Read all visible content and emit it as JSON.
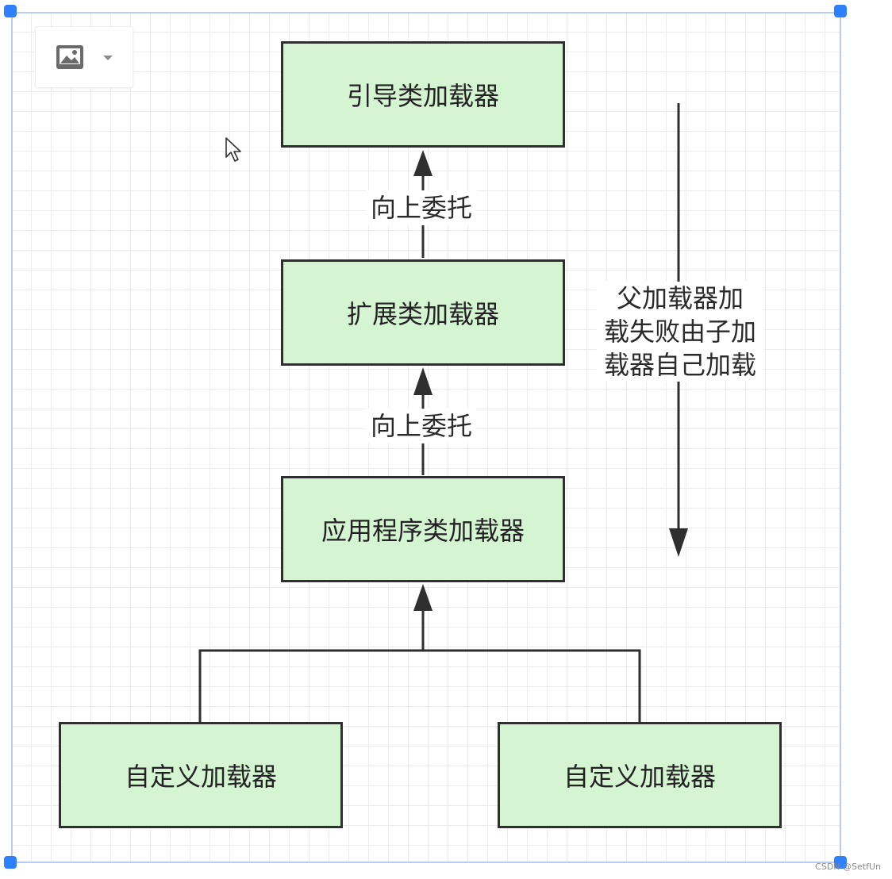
{
  "nodes": {
    "bootstrap": "引导类加载器",
    "extension": "扩展类加载器",
    "application": "应用程序类加载器",
    "custom_left": "自定义加载器",
    "custom_right": "自定义加载器"
  },
  "edges": {
    "delegate_upper": "向上委托",
    "delegate_lower": "向上委托"
  },
  "side_note": {
    "line1": "父加载器加",
    "line2": "载失败由子加",
    "line3": "载器自己加载"
  },
  "watermark": "CSDN @SetfUn",
  "colors": {
    "node_fill": "#d4f4d2",
    "node_border": "#2f2f2f",
    "selection_handle": "#2f80ff"
  },
  "icons": {
    "toolbar_image": "image-icon",
    "toolbar_dropdown": "caret-down-icon",
    "cursor": "mouse-pointer-icon"
  }
}
